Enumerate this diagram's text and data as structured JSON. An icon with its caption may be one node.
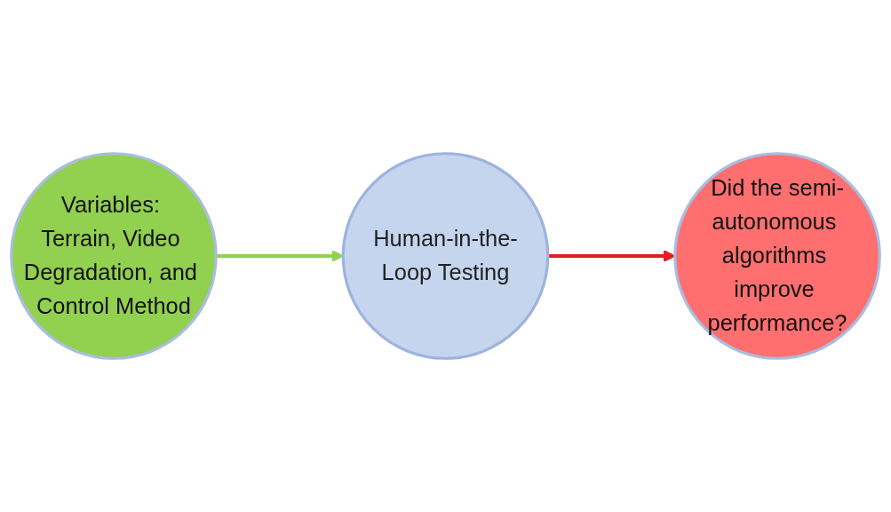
{
  "diagram": {
    "nodes": [
      {
        "text": [
          "Human-in-the-Loop Testing"
        ]
      },
      {
        "text": [
          "Variables: Terrain, Video Degradation, and Control Method"
        ]
      },
      {
        "text": [
          "Did the semi-autonomous algorithms improve performance?"
        ]
      }
    ],
    "edges": [
      {
        "from": 1,
        "to": 0,
        "arrow": "to",
        "color": "#92d050"
      },
      {
        "from": 0,
        "to": 2,
        "arrow": "to",
        "color": "#e02020"
      }
    ]
  }
}
